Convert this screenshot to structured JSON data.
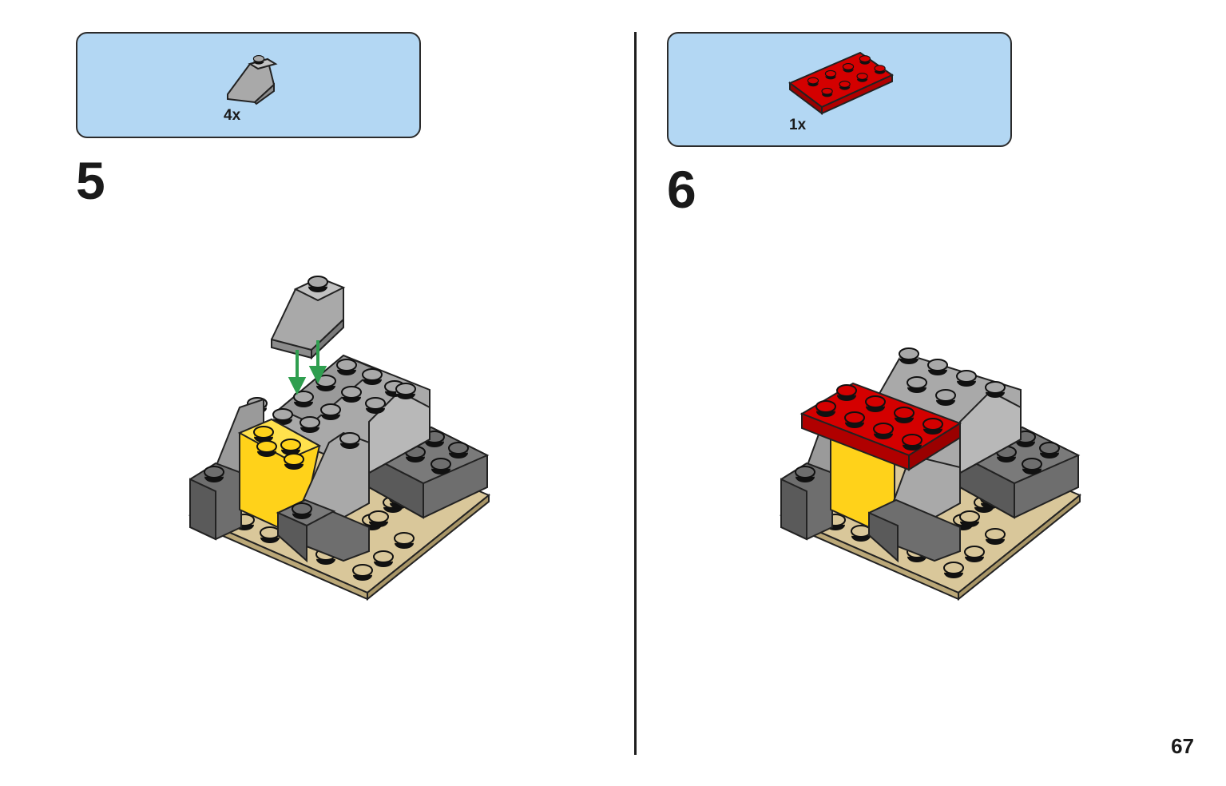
{
  "page_number": "67",
  "steps": [
    {
      "number": "5",
      "part_quantity": "4x",
      "part_icon": "gray-slope-brick-icon",
      "part_color": "#a9a9a9"
    },
    {
      "number": "6",
      "part_quantity": "1x",
      "part_icon": "red-2x4-plate-icon",
      "part_color": "#d40000"
    }
  ],
  "colors": {
    "parts_box_background": "#b3d7f3",
    "baseplate_tan": "#d9c79a",
    "dark_gray": "#6e6e6e",
    "light_gray": "#a9a9a9",
    "yellow": "#ffd21a",
    "red": "#d40000",
    "arrow_green": "#2f9e4f"
  }
}
